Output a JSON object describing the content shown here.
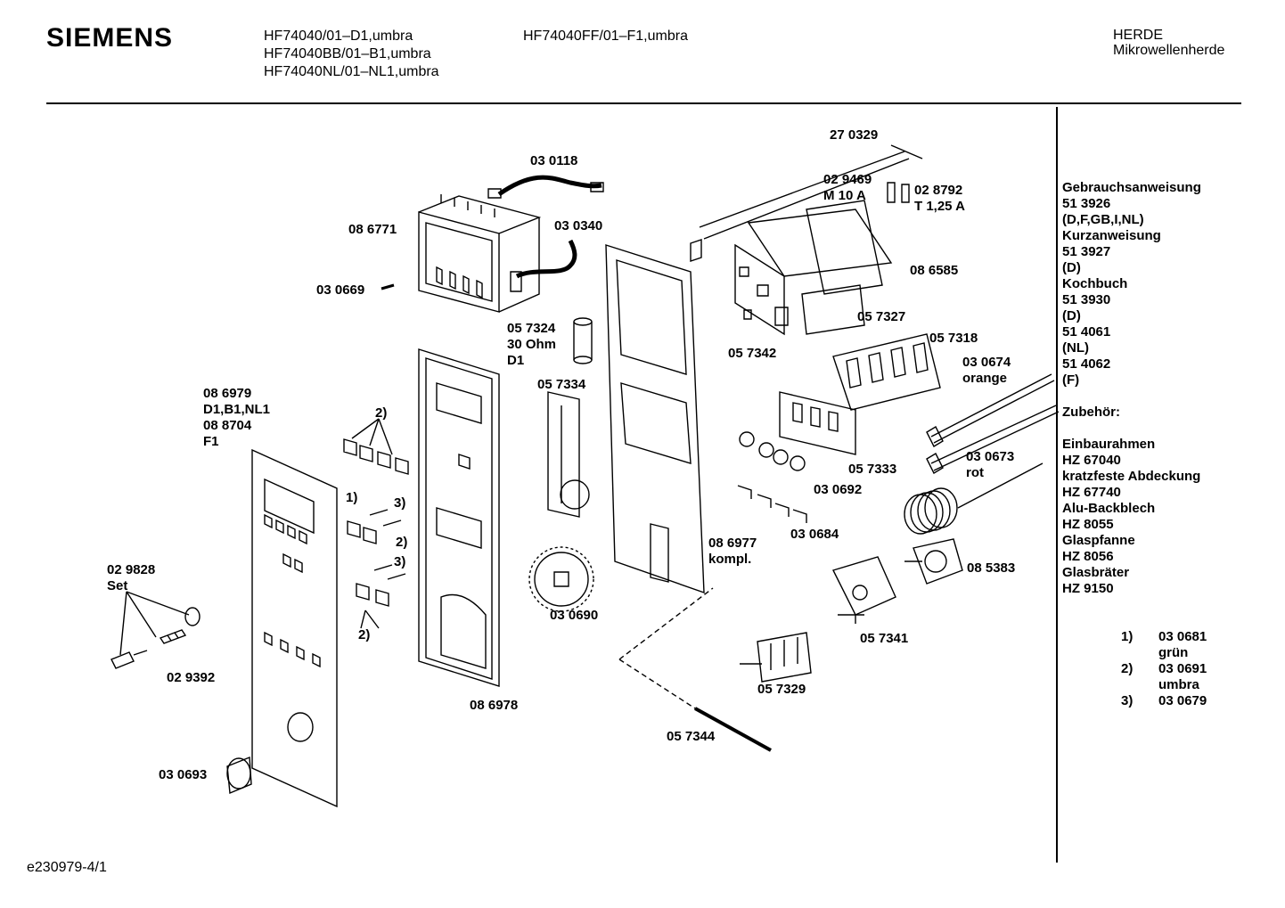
{
  "header": {
    "brand": "SIEMENS",
    "models_left": [
      "HF74040/01–D1,umbra",
      "HF74040BB/01–B1,umbra",
      "HF74040NL/01–NL1,umbra"
    ],
    "model_right": "HF74040FF/01–F1,umbra",
    "category": "HERDE",
    "subcategory": "Mikrowellenherde"
  },
  "parts": {
    "p270329": "27 0329",
    "p030118": "03 0118",
    "p029469": "02 9469",
    "p029469_sub": "M 10 A",
    "p028792": "02 8792",
    "p028792_sub": "T 1,25 A",
    "p086771": "08 6771",
    "p030340": "03 0340",
    "p086585": "08 6585",
    "p030669": "03 0669",
    "p057327": "05 7327",
    "p057324": "05 7324",
    "p057324_sub1": "30 Ohm",
    "p057324_sub2": "D1",
    "p057318": "05 7318",
    "p057342": "05 7342",
    "p030674": "03 0674",
    "p030674_sub": "orange",
    "p057334": "05 7334",
    "p086979": "08 6979",
    "p086979_sub": "D1,B1,NL1",
    "p088704": "08 8704",
    "p088704_sub": "F1",
    "note2a": "2)",
    "p030673": "03 0673",
    "p030673_sub": "rot",
    "p057333": "05 7333",
    "note1": "1)",
    "note3a": "3)",
    "note2b": "2)",
    "p030692": "03 0692",
    "note3b": "3)",
    "p030684": "03 0684",
    "note2c": "2)",
    "p029828": "02 9828",
    "p029828_sub": "Set",
    "p086977": "08 6977",
    "p086977_sub": "kompl.",
    "p085383": "08 5383",
    "p030690": "03 0690",
    "p057341": "05 7341",
    "p029392": "02 9392",
    "p057329": "05 7329",
    "p086978": "08 6978",
    "p057344": "05 7344",
    "p030693": "03 0693"
  },
  "side_list": [
    "Gebrauchsanweisung",
    "51 3926",
    "(D,F,GB,I,NL)",
    "Kurzanweisung",
    "51 3927",
    "(D)",
    "Kochbuch",
    "51 3930",
    "(D)",
    "51 4061",
    "(NL)",
    "51 4062",
    "(F)",
    "",
    "Zubehör:",
    "",
    "Einbaurahmen",
    "HZ 67040",
    "kratzfeste Abdeckung",
    "HZ 67740",
    "Alu-Backblech",
    "HZ 8055",
    "Glaspfanne",
    "HZ 8056",
    "Glasbräter",
    "HZ 9150"
  ],
  "footnotes": [
    {
      "key": "1)",
      "code": "03 0681",
      "desc": "grün"
    },
    {
      "key": "2)",
      "code": "03 0691",
      "desc": "umbra"
    },
    {
      "key": "3)",
      "code": "03 0679",
      "desc": ""
    }
  ],
  "drawing_code": "e230979-4/1"
}
